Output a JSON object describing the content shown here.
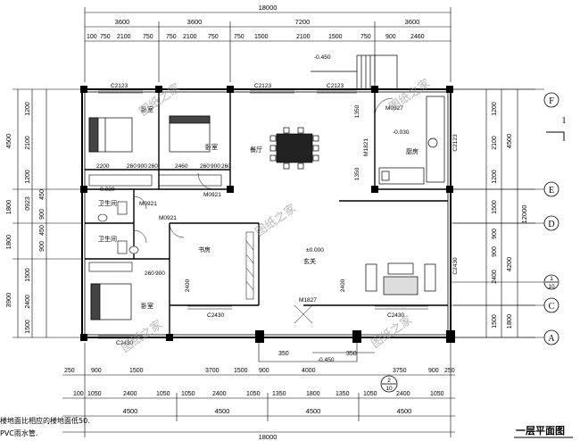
{
  "title": "一层平面图",
  "note_lines": [
    "楼地面比相应的楼地面低50.",
    "PVC雨水管."
  ],
  "top_dims": {
    "overall": "18000",
    "row2": [
      "3600",
      "3600",
      "7200",
      "3600"
    ],
    "row3": [
      "100",
      "750",
      "2100",
      "750",
      "750",
      "2100",
      "750",
      "750",
      "1500",
      "2100",
      "1500",
      "750",
      "900",
      "2460"
    ]
  },
  "bottom_dims": {
    "row1": [
      "250",
      "900",
      "1500",
      "3700",
      "1500",
      "900",
      "350",
      "4000",
      "350",
      "3750",
      "900",
      "250"
    ],
    "row2": [
      "100",
      "1050",
      "2400",
      "1050",
      "1050",
      "2400",
      "1050",
      "1350",
      "1800",
      "1350",
      "1050",
      "2400",
      "1050"
    ],
    "row3": [
      "4500",
      "4500",
      "4500",
      "4500"
    ],
    "overall": "18000"
  },
  "left_dims": {
    "outer": [
      "4500",
      "1800",
      "1800",
      "3900"
    ],
    "inner": [
      "1200",
      "2100",
      "1200",
      "0923",
      "450",
      "900",
      "450",
      "900",
      "1500",
      "2400",
      "1500"
    ]
  },
  "right_dims": {
    "outer": [
      "4500",
      "12000",
      "4200",
      "1800"
    ],
    "inner": [
      "1200",
      "2100",
      "1200",
      "1500",
      "900",
      "900",
      "2400",
      "1500"
    ]
  },
  "axes": [
    "F",
    "E",
    "D",
    "①/⑩",
    "C",
    "A"
  ],
  "axis_labels": {
    "F": "F",
    "E": "E",
    "D": "D",
    "C": "C",
    "A": "A",
    "sub_top": "1",
    "sub_bot": "10"
  },
  "ref_mark": "1",
  "windows": {
    "top": [
      "C2123",
      "C2123",
      "C2123"
    ],
    "right": "C2123",
    "bottom": [
      "C2430",
      "C2430",
      "C2430"
    ],
    "right_c": "C2430"
  },
  "doors": [
    "M0927",
    "M0921",
    "M0921",
    "M0921",
    "M1821",
    "M1827"
  ],
  "rooms": {
    "bedroom1": "卧室",
    "bedroom2": "卧室",
    "bedroom3": "卧室",
    "dining": "餐厅",
    "kitchen": "厨房",
    "bath1": "卫生间",
    "bath2": "卫生间",
    "study": "书房",
    "foyer": "玄关"
  },
  "levels": {
    "top": "-0.450",
    "kitchen": "-0.030",
    "main": "±0.000",
    "bottom": "-0.450",
    "bath": "-0.030"
  },
  "misc_labels": [
    "2200",
    "260",
    "900",
    "260",
    "2460",
    "260",
    "900",
    "260",
    "260",
    "900",
    "2460",
    "1350",
    "1350",
    "1821",
    "2400",
    "2400"
  ],
  "watermark": "图纸之家",
  "detail_ref": {
    "top": "2",
    "bot": "10"
  }
}
